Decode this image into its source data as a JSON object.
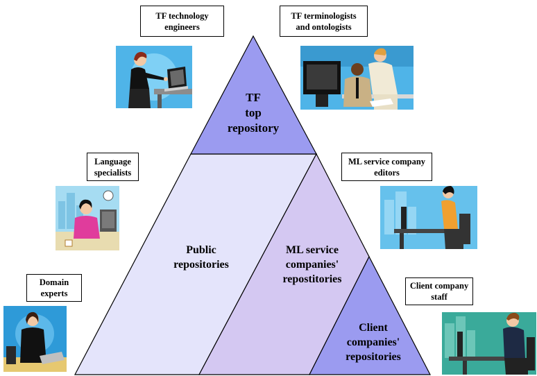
{
  "tiers": {
    "top": "TF\ntop\nrepository",
    "public": "Public\nrepositories",
    "ml": "ML service\ncompanies'\nrepostitories",
    "client": "Client\ncompanies'\nrepositories"
  },
  "roles": {
    "tf_engineers": "TF technology\nengineers",
    "tf_terminologists": "TF terminologists\nand ontologists",
    "language_specialists": "Language\nspecialists",
    "ml_editors": "ML service company\neditors",
    "domain_experts": "Domain\nexperts",
    "client_staff": "Client company\nstaff"
  },
  "colors": {
    "top_fill": "#9b9bf0",
    "public_fill": "#e4e4fb",
    "ml_fill": "#d4c8f2",
    "client_fill": "#9b9bf0",
    "outline": "#000000",
    "sky": "#4fb4e8"
  }
}
